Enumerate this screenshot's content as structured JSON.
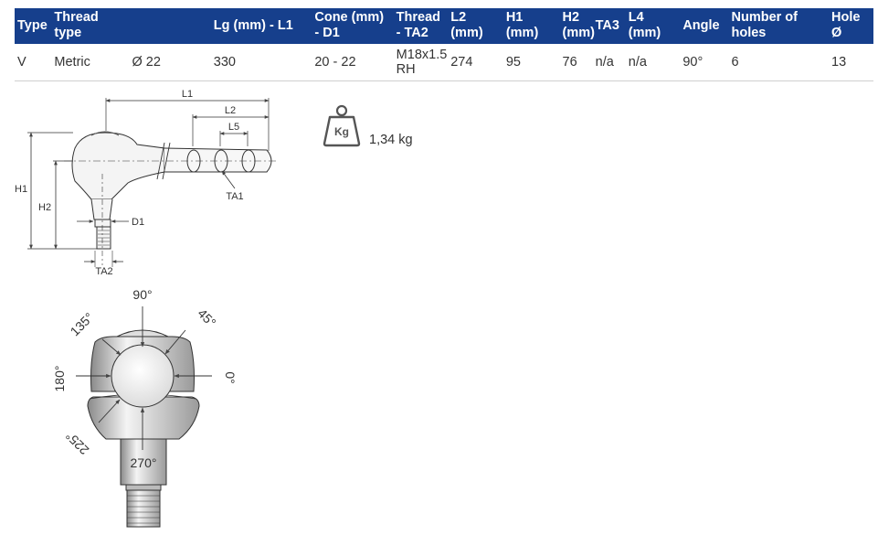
{
  "table": {
    "headers": [
      "Type",
      "Thread type",
      "Lg (mm) - L1",
      "Cone (mm) - D1",
      "Thread - TA2",
      "L2 (mm)",
      "H1 (mm)",
      "H2 (mm)",
      "TA3",
      "L4 (mm)",
      "Angle",
      "Number of holes",
      "Hole Ø"
    ],
    "row": [
      "V",
      "Metric",
      "Ø 22",
      "330",
      "20 - 22",
      "M18x1.5 RH",
      "274",
      "95",
      "76",
      "n/a",
      "n/a",
      "90°",
      "6",
      "13"
    ]
  },
  "weight": {
    "icon": "weight-kg-icon",
    "icon_label": "Kg",
    "value": "1,34 kg"
  },
  "side_view": {
    "labels": [
      "L1",
      "L2",
      "L5",
      "H1",
      "H2",
      "D1",
      "TA1",
      "TA2"
    ]
  },
  "front_view": {
    "angles": [
      "90°",
      "135°",
      "45°",
      "180°",
      "0°",
      "225°",
      "270°"
    ]
  },
  "colors": {
    "header_bg": "#163f8c",
    "header_text": "#ffffff"
  }
}
